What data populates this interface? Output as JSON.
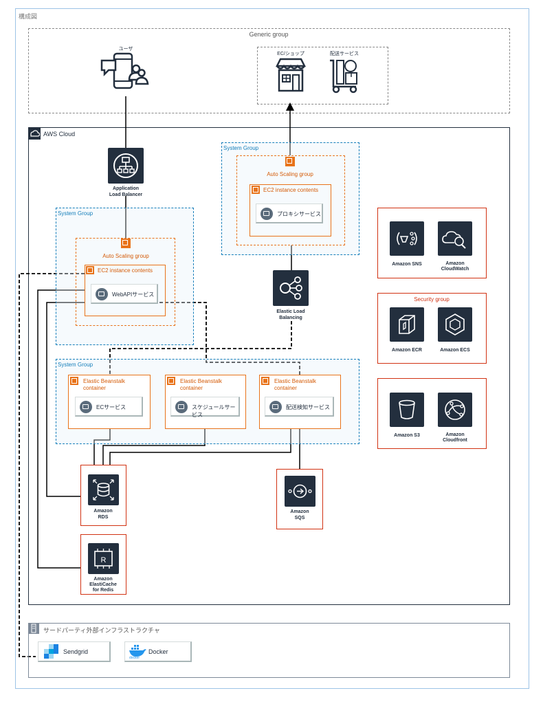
{
  "diagram": {
    "outer_title": "構成図",
    "generic_group": {
      "title": "Generic group",
      "user_label": "ユーザ",
      "ec_shop_label": "EC/ショップ",
      "delivery_label": "配送サービス"
    },
    "aws_cloud": {
      "title": "AWS Cloud",
      "alb_label": [
        "Application",
        "Load Balancer"
      ],
      "elb_label": [
        "Elastic Load",
        "Balancing"
      ]
    },
    "system_group_label": "System Group",
    "auto_scaling_label": "Auto Scaling group",
    "ec2_contents_label": "EC2 instance contents",
    "services": {
      "proxy": "プロキシサービス",
      "webapi": "WebAPIサービス",
      "ec": "ECサービス",
      "schedule": "スケジュールサービス",
      "delivery_detect": "配送検知サービス"
    },
    "beanstalk_label": [
      "Elastic Beanstalk",
      "container"
    ],
    "databases": {
      "rds": [
        "Amazon",
        "RDS"
      ],
      "elasticache": [
        "Amazon",
        "ElastiCache",
        "for Redis"
      ],
      "sqs": [
        "Amazon",
        "SQS"
      ]
    },
    "monitoring": {
      "sns": "Amazon SNS",
      "cloudwatch": [
        "Amazon",
        "CloudWatch"
      ]
    },
    "security_group": {
      "title": "Security group",
      "ecr": "Amazon ECR",
      "ecs": "Amazon ECS"
    },
    "storage": {
      "s3": "Amazon S3",
      "cloudfront": [
        "Amazon",
        "Cloudfront"
      ]
    },
    "third_party": {
      "title": "サードパーティ外部インフラストラクチャ",
      "sendgrid": "Sendgrid",
      "docker": "Docker",
      "docker_small": "docker"
    },
    "colors": {
      "aws_border": "#232f3e",
      "system_group": "#147eba",
      "auto_scaling": "#e8731a",
      "red_group": "#d13212",
      "icon_bg": "#232f3e"
    }
  }
}
